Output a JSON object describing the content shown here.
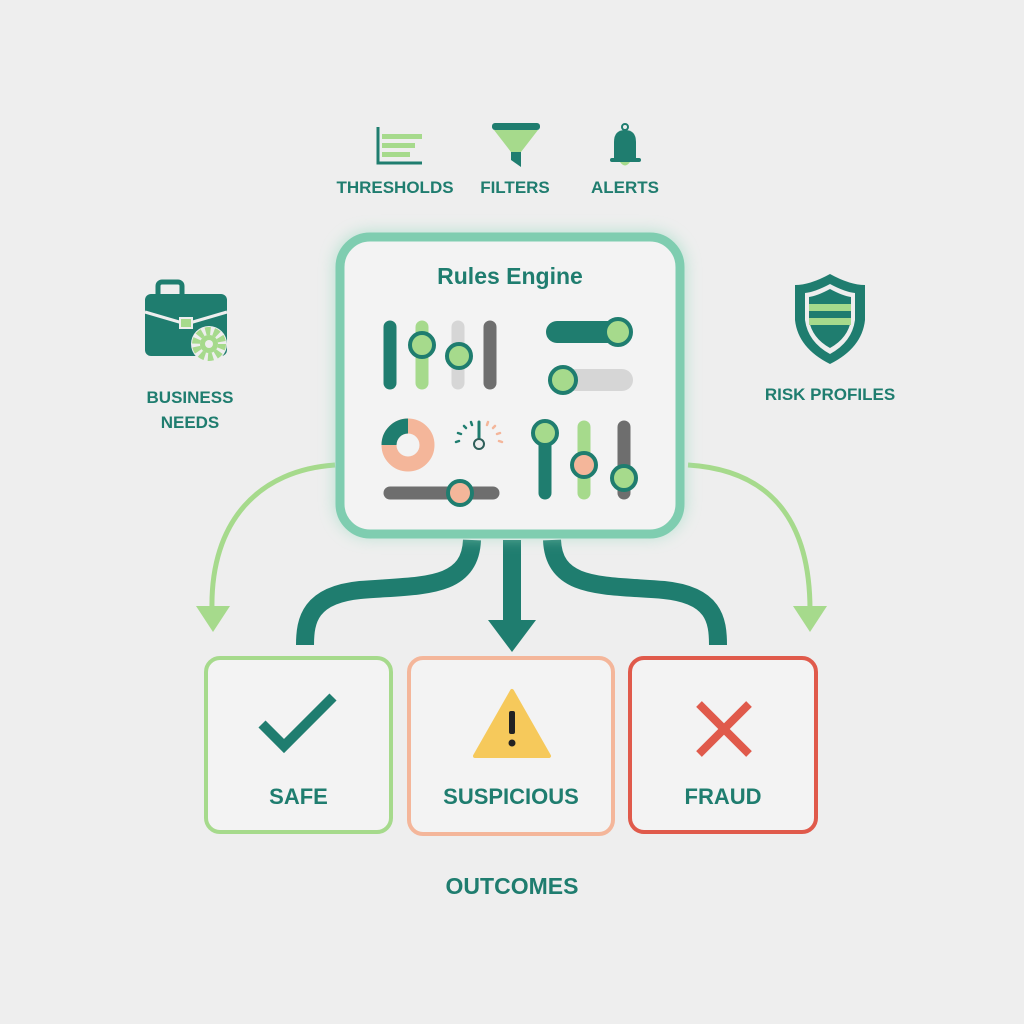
{
  "title": "Rules Engine",
  "inputs": {
    "thresholds": "THRESHOLDS",
    "filters": "FILTERS",
    "alerts": "ALERTS",
    "business_needs_line1": "BUSINESS",
    "business_needs_line2": "NEEDS",
    "risk_profiles": "RISK PROFILES"
  },
  "outcomes": {
    "safe": "SAFE",
    "suspicious": "SUSPICIOUS",
    "fraud": "FRAUD",
    "caption": "OUTCOMES"
  },
  "colors": {
    "teal": "#1f7d6f",
    "light_green": "#a6da8c",
    "mint": "#7fcdb0",
    "salmon": "#f4b69a",
    "red": "#e05a4b",
    "yellow": "#f6c95b",
    "gray": "#6e6e6e",
    "light_gray": "#d6d6d6"
  }
}
